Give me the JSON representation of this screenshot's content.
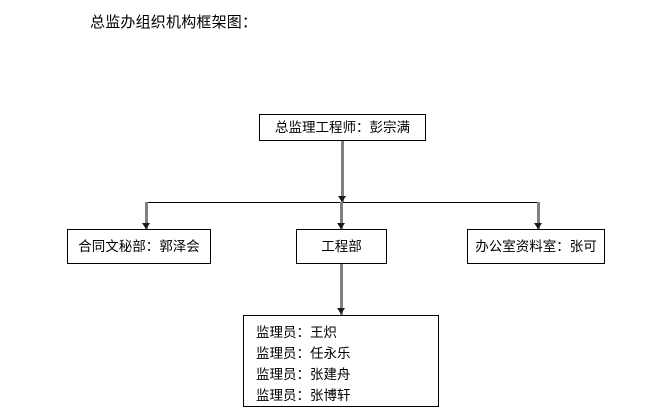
{
  "page": {
    "title": "总监办组织机构框架图：",
    "background_color": "#ffffff",
    "text_color": "#000000",
    "box_border_color": "#000000",
    "connector_color": "#808080",
    "connector_bar_color": "#000000"
  },
  "chart_data": {
    "type": "diagram",
    "diagram_kind": "organization-chart",
    "title": "总监办组织机构框架图：",
    "orientation": "top-down",
    "levels": 3,
    "nodes": [
      {
        "id": "n1",
        "level": 1,
        "label": "总监理工程师：彭宗满"
      },
      {
        "id": "n2",
        "level": 2,
        "label": "合同文秘部：郭泽会"
      },
      {
        "id": "n3",
        "level": 2,
        "label": "工程部"
      },
      {
        "id": "n4",
        "level": 2,
        "label": "办公室资料室：张可"
      },
      {
        "id": "n5",
        "level": 3,
        "label": "监理员：王炽\n监理员：任永乐\n监理员：张建舟\n监理员：张博轩"
      }
    ],
    "edges": [
      {
        "from": "n1",
        "to": "n2",
        "style": "arrow"
      },
      {
        "from": "n1",
        "to": "n3",
        "style": "arrow"
      },
      {
        "from": "n1",
        "to": "n4",
        "style": "arrow"
      },
      {
        "from": "n3",
        "to": "n5",
        "style": "arrow"
      }
    ]
  },
  "nodes": {
    "chief_supervisor": "总监理工程师：彭宗满",
    "contract_secretary_dept": "合同文秘部：郭泽会",
    "engineering_dept": "工程部",
    "office_archives_dept": "办公室资料室：张可",
    "supervisors": [
      "监理员：王炽",
      "监理员：任永乐",
      "监理员：张建舟",
      "监理员：张博轩"
    ]
  }
}
